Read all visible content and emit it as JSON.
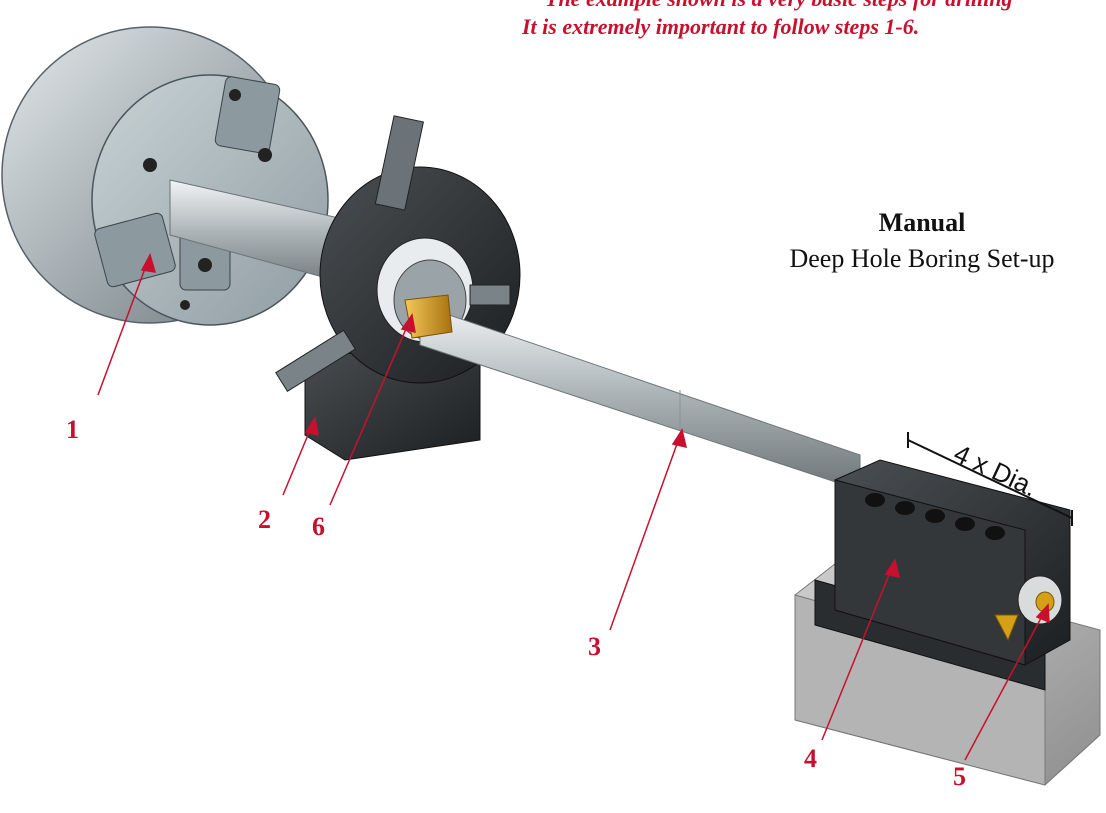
{
  "header": {
    "line1": "The example shown is a very basic steps for drilling",
    "line2": "It is extremely important to follow steps 1-6."
  },
  "title": {
    "main": "Manual",
    "subtitle": "Deep Hole Boring Set-up"
  },
  "dimension_label": "4 x Dia.",
  "callouts": [
    "1",
    "2",
    "3",
    "4",
    "5",
    "6"
  ],
  "colors": {
    "callout_red": "#c8102e",
    "steel": "#b9c0c4",
    "dark_block": "#2a2d30",
    "gold_insert": "#d4a017",
    "concrete": "#a9a9a9"
  }
}
